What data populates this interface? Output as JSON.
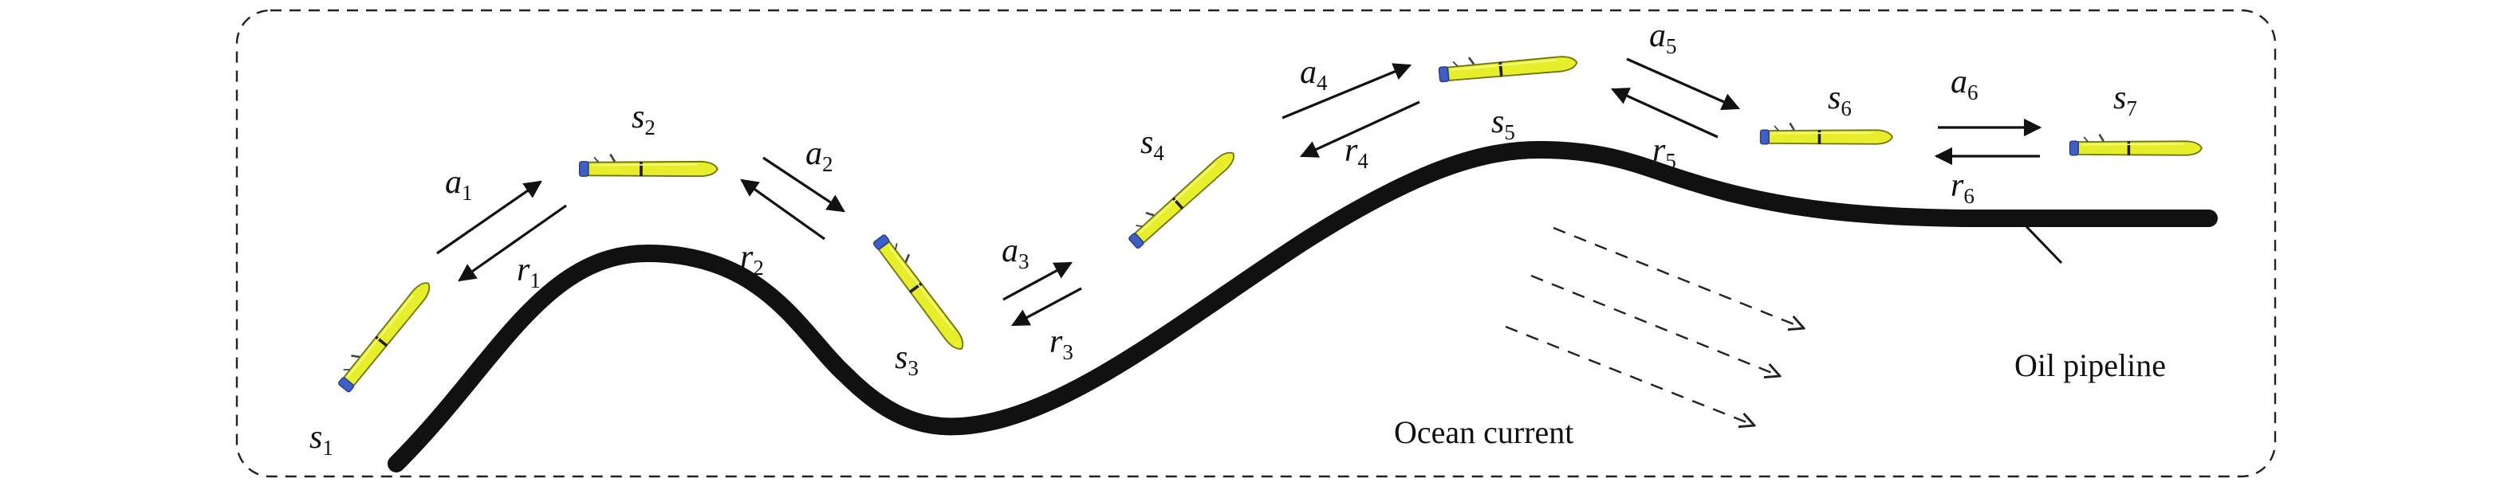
{
  "states": [
    {
      "sym": "s",
      "sub": "1"
    },
    {
      "sym": "s",
      "sub": "2"
    },
    {
      "sym": "s",
      "sub": "3"
    },
    {
      "sym": "s",
      "sub": "4"
    },
    {
      "sym": "s",
      "sub": "5"
    },
    {
      "sym": "s",
      "sub": "6"
    },
    {
      "sym": "s",
      "sub": "7"
    }
  ],
  "actions": [
    {
      "sym": "a",
      "sub": "1"
    },
    {
      "sym": "a",
      "sub": "2"
    },
    {
      "sym": "a",
      "sub": "3"
    },
    {
      "sym": "a",
      "sub": "4"
    },
    {
      "sym": "a",
      "sub": "5"
    },
    {
      "sym": "a",
      "sub": "6"
    }
  ],
  "rewards": [
    {
      "sym": "r",
      "sub": "1"
    },
    {
      "sym": "r",
      "sub": "2"
    },
    {
      "sym": "r",
      "sub": "3"
    },
    {
      "sym": "r",
      "sub": "4"
    },
    {
      "sym": "r",
      "sub": "5"
    },
    {
      "sym": "r",
      "sub": "6"
    }
  ],
  "captions": {
    "ocean_current": "Ocean current",
    "pipeline": "Oil pipeline"
  },
  "colors": {
    "auv_body": "#e7ee2c",
    "auv_outline": "#6f7310",
    "pipeline": "#111111",
    "arrow": "#111111",
    "border": "#222222"
  },
  "icons": {
    "vehicle": "auv-icon"
  }
}
